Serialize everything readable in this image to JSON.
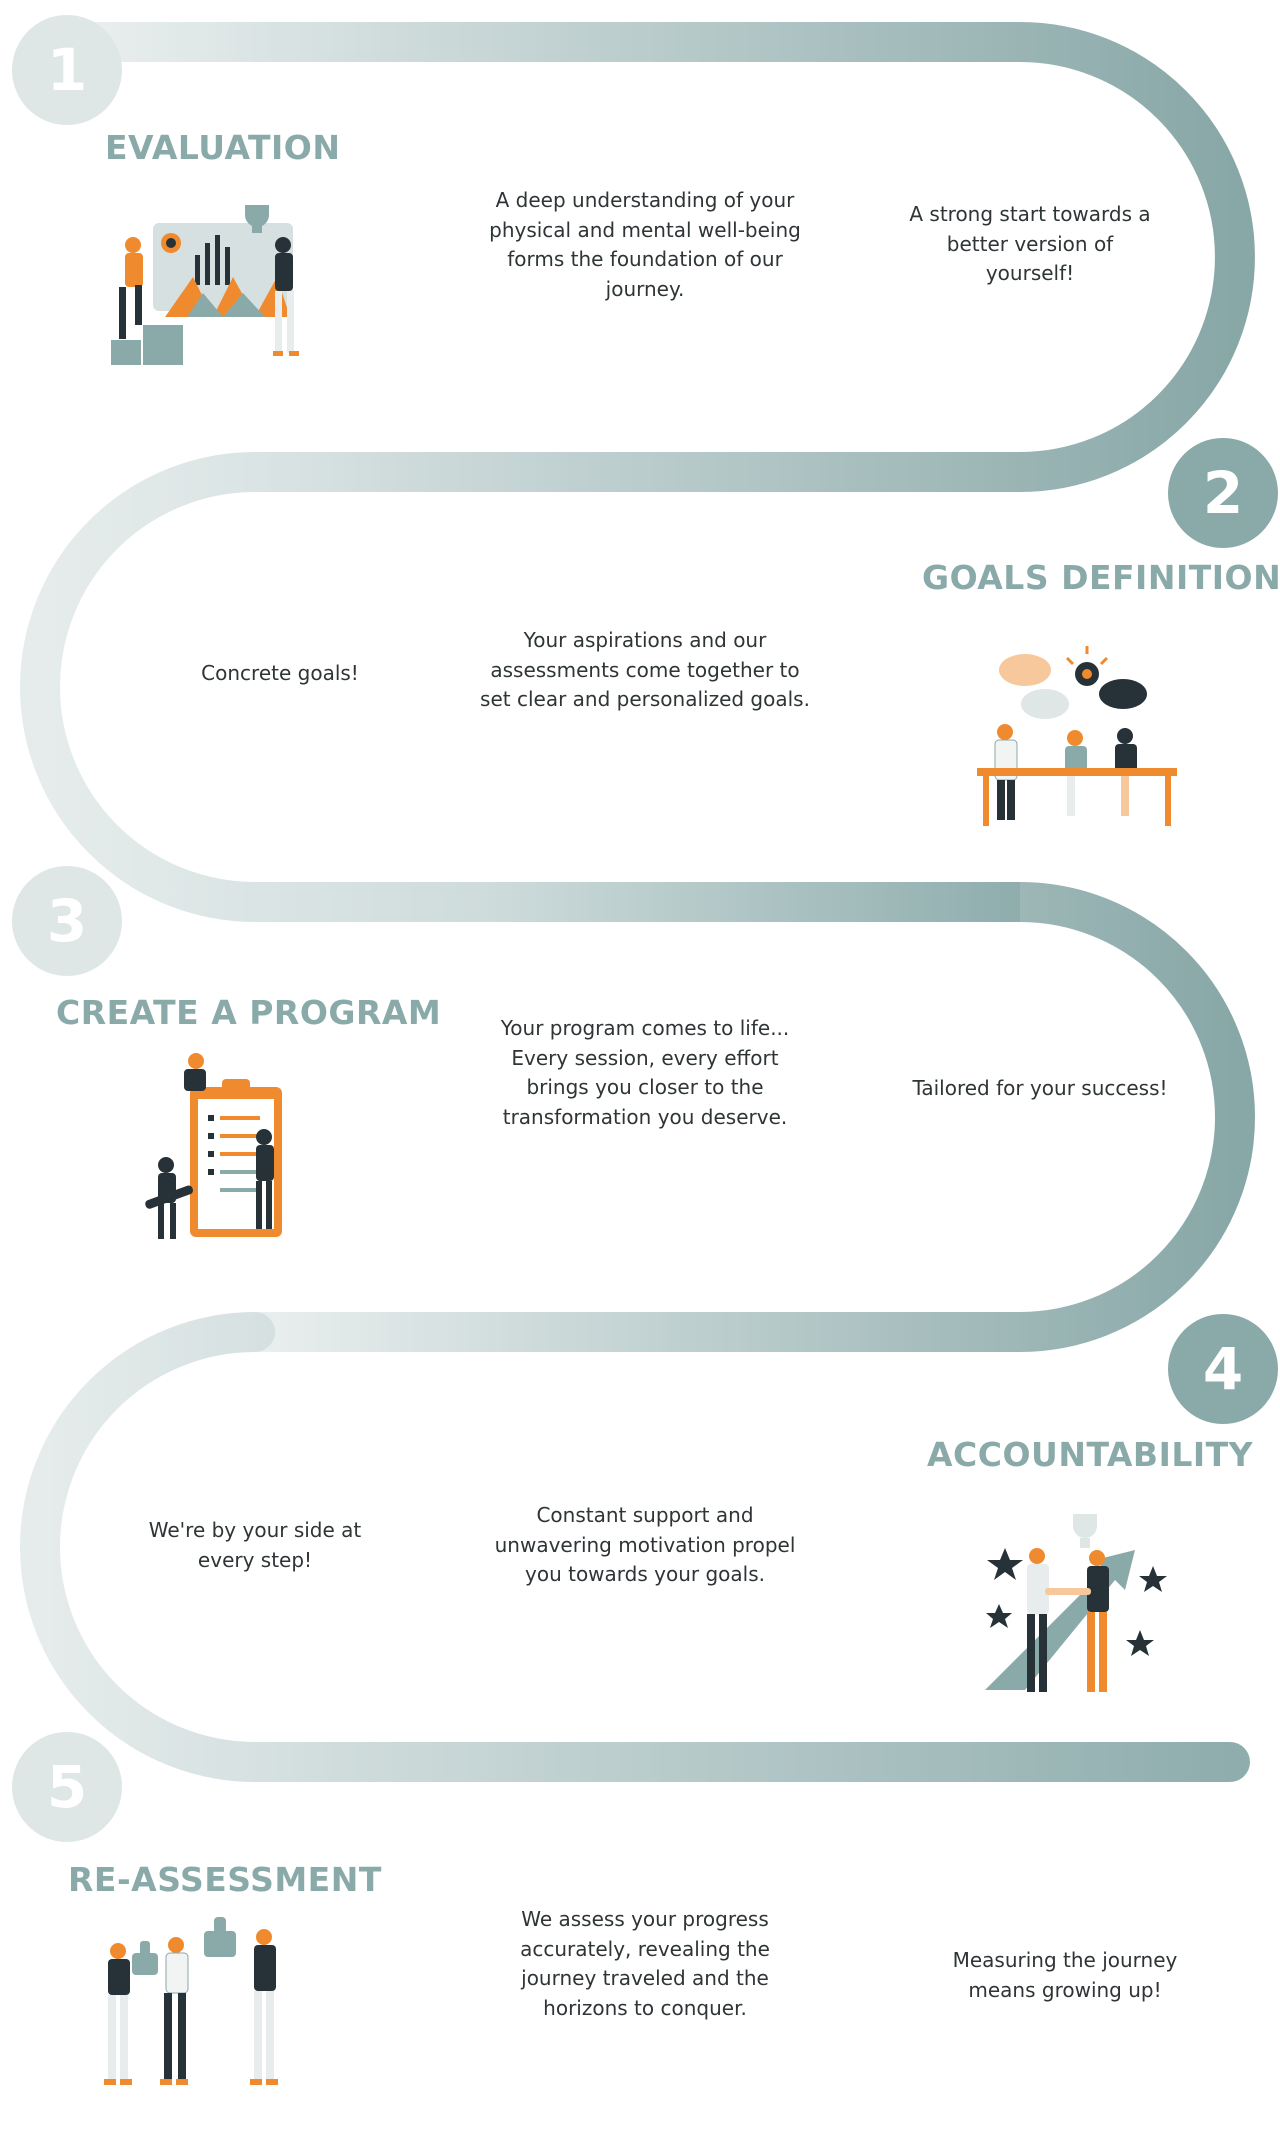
{
  "colors": {
    "road_light": "#e4eaea",
    "road_dark": "#8aa9a9",
    "title": "#8aa9a9",
    "text": "#2f3536",
    "accent_orange": "#f08a2e",
    "dark_navy": "#263238"
  },
  "steps": [
    {
      "number": "1",
      "title": "EVALUATION",
      "description": "A deep understanding of your physical and mental well-being forms the foundation of our journey.",
      "tagline": "A strong start towards a better version of yourself!",
      "illustration": "evaluation-illustration"
    },
    {
      "number": "2",
      "title": "GOALS DEFINITION",
      "description": "Your aspirations and our assessments come together to set clear and personalized goals.",
      "tagline": "Concrete goals!",
      "illustration": "team-meeting-illustration"
    },
    {
      "number": "3",
      "title": "CREATE A PROGRAM",
      "description": "Your program comes to life... Every session, every effort brings you closer to the transformation you deserve.",
      "tagline": "Tailored for your success!",
      "illustration": "checklist-illustration"
    },
    {
      "number": "4",
      "title": "ACCOUNTABILITY",
      "description": "Constant support and unwavering motivation propel you towards your goals.",
      "tagline": "We're by your side at every step!",
      "illustration": "handshake-trophy-illustration"
    },
    {
      "number": "5",
      "title": "RE-ASSESSMENT",
      "description": "We assess your progress accurately, revealing the journey traveled and the horizons to conquer.",
      "tagline": "Measuring the journey means growing up!",
      "illustration": "thumbs-up-team-illustration"
    }
  ]
}
